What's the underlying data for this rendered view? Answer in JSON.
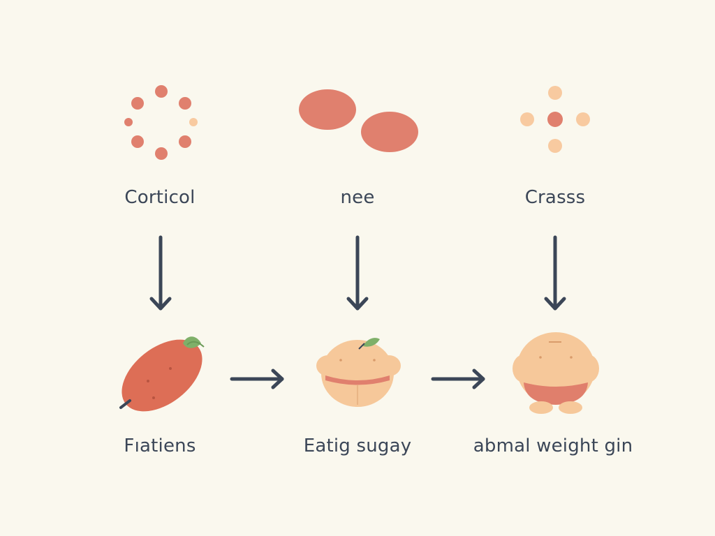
{
  "labels": {
    "top": [
      "Corticol",
      "nee",
      "Crasss"
    ],
    "bottom": [
      "Fıatiens",
      "Eatig sugay",
      "abmal weight gin"
    ]
  },
  "colors": {
    "background": "#faf8ee",
    "ink": "#3b4657",
    "coral": "#e0806e",
    "peach": "#f8caa0",
    "skin": "#f6c89a",
    "tomato": "#dd6e56",
    "leaf": "#7fb069"
  },
  "icons": {
    "top": [
      "dot-ring-icon",
      "two-ovals-icon",
      "dot-cross-icon"
    ],
    "bottom": [
      "sweet-potato-icon",
      "round-belly-figure-icon",
      "heavy-figure-icon"
    ]
  }
}
